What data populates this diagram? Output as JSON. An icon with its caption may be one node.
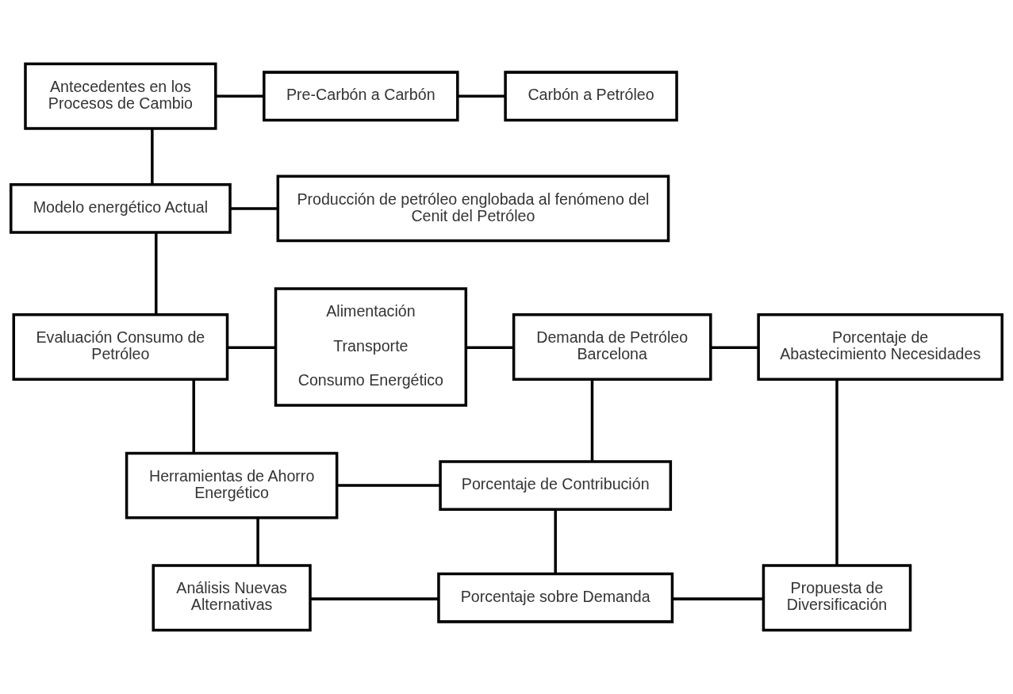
{
  "diagram": {
    "nodes": [
      {
        "text": [
          "Antecedentes en los Procesos de Cambio"
        ]
      },
      {
        "text": [
          "Pre-Carbón a Carbón"
        ]
      },
      {
        "text": [
          "Carbón a Petróleo"
        ]
      },
      {
        "text": [
          "Modelo energético Actual"
        ]
      },
      {
        "text": [
          "Producción de petróleo englobada al fenómeno del Cenit del Petróleo"
        ]
      },
      {
        "text": [
          "Evaluación Consumo de Petróleo"
        ]
      },
      {
        "text": [
          "Alimentación",
          "Transporte",
          "Consumo Energético"
        ]
      },
      {
        "text": [
          "Demanda de Petróleo Barcelona"
        ]
      },
      {
        "text": [
          "Porcentaje de Abastecimiento Necesidades"
        ]
      },
      {
        "text": [
          "Herramientas de Ahorro Energético"
        ]
      },
      {
        "text": [
          "Porcentaje de Contribución"
        ]
      },
      {
        "text": [
          "Análisis Nuevas Alternativas"
        ]
      },
      {
        "text": [
          "Porcentaje sobre Demanda"
        ]
      },
      {
        "text": [
          "Propuesta de Diversificación"
        ]
      }
    ],
    "edges": [
      {
        "from": 0,
        "to": 1,
        "arrow": "none"
      },
      {
        "from": 1,
        "to": 2,
        "arrow": "none"
      },
      {
        "from": 0,
        "to": 3,
        "arrow": "none"
      },
      {
        "from": 3,
        "to": 4,
        "arrow": "none"
      },
      {
        "from": 3,
        "to": 5,
        "arrow": "none"
      },
      {
        "from": 5,
        "to": 6,
        "arrow": "none"
      },
      {
        "from": 6,
        "to": 7,
        "arrow": "none"
      },
      {
        "from": 7,
        "to": 8,
        "arrow": "none"
      },
      {
        "from": 5,
        "to": 9,
        "arrow": "none"
      },
      {
        "from": 7,
        "to": 10,
        "arrow": "none"
      },
      {
        "from": 9,
        "to": 10,
        "arrow": "none"
      },
      {
        "from": 9,
        "to": 11,
        "arrow": "none"
      },
      {
        "from": 10,
        "to": 12,
        "arrow": "none"
      },
      {
        "from": 11,
        "to": 12,
        "arrow": "none"
      },
      {
        "from": 12,
        "to": 13,
        "arrow": "none"
      },
      {
        "from": 8,
        "to": 13,
        "arrow": "none"
      }
    ]
  }
}
